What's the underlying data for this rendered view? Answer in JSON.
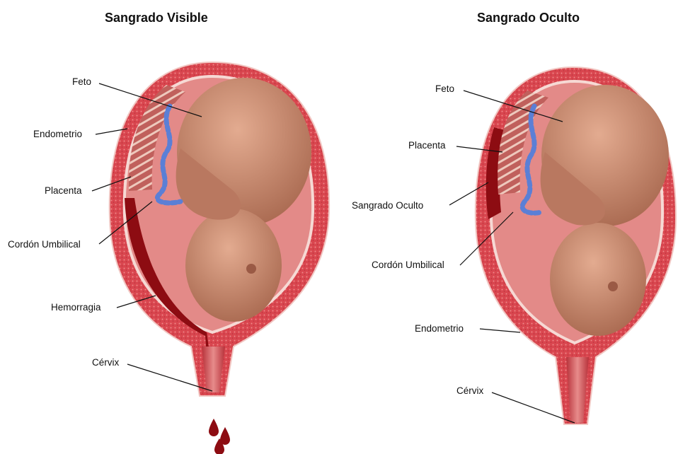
{
  "left": {
    "title": "Sangrado Visible",
    "labels": {
      "feto": "Feto",
      "endometrio": "Endometrio",
      "placenta": "Placenta",
      "cordon": "Cordón Umbilical",
      "hemorragia": "Hemorragia",
      "cervix": "Cérvix"
    }
  },
  "right": {
    "title": "Sangrado Oculto",
    "labels": {
      "feto": "Feto",
      "placenta": "Placenta",
      "sangrado": "Sangrado Oculto",
      "cordon": "Cordón Umbilical",
      "endometrio": "Endometrio",
      "cervix": "Cérvix"
    }
  },
  "colors": {
    "uterine_wall": "#d9464f",
    "wall_outline": "#f1c7c3",
    "amniotic": "#e38a88",
    "fetus_skin": "#c98a70",
    "blood": "#8d0c12",
    "cord_blue": "#5b7fd6"
  }
}
